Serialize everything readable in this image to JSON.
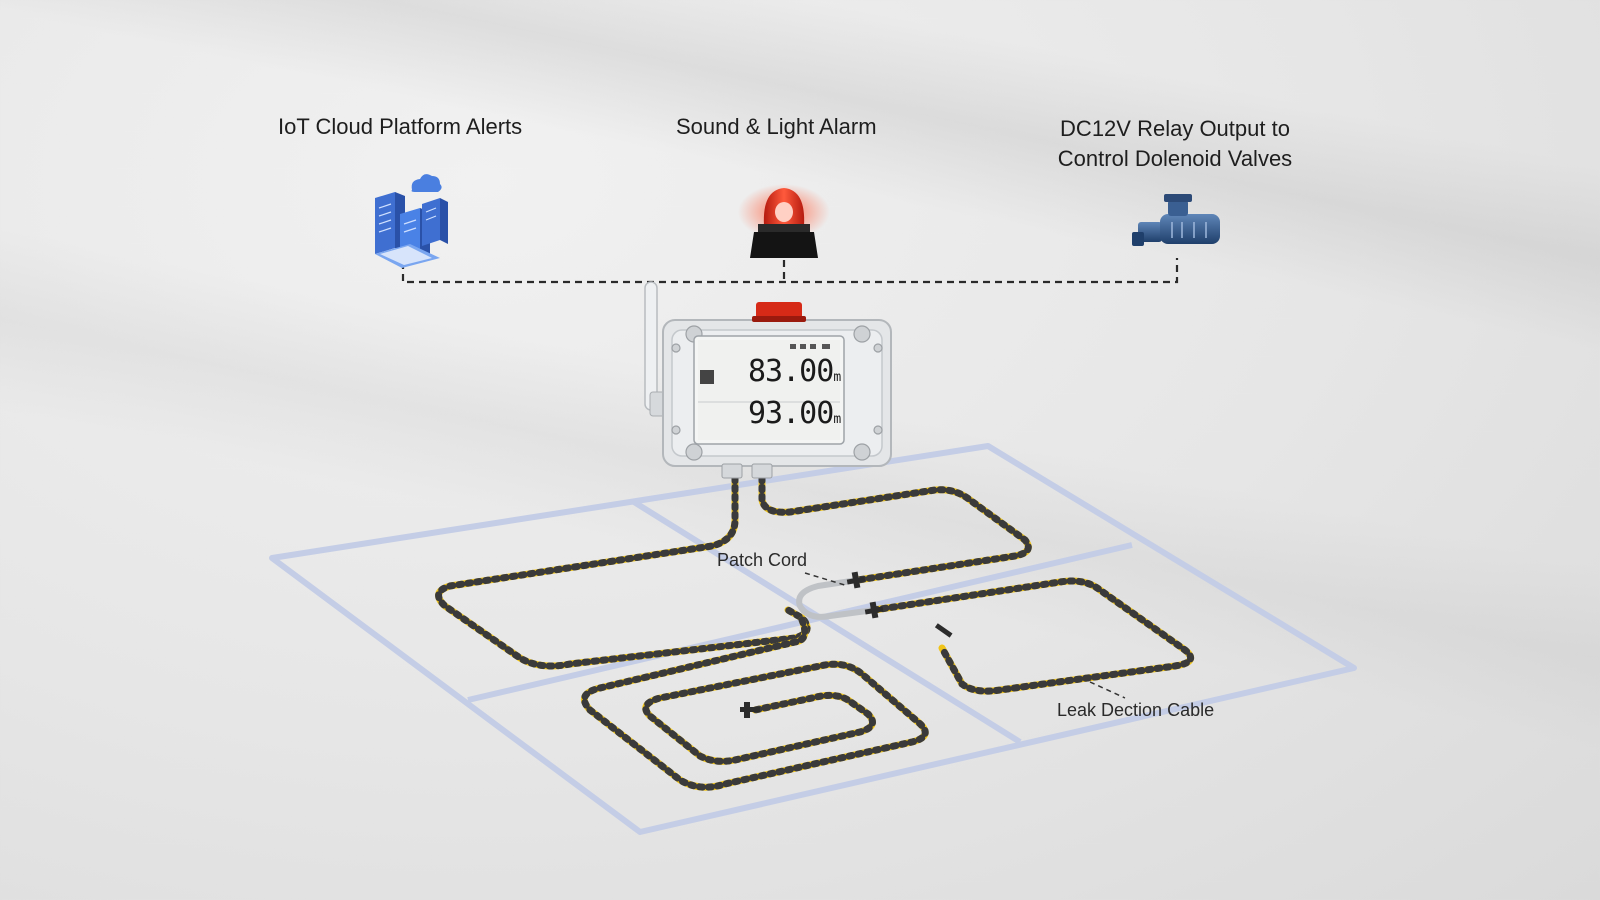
{
  "labels": {
    "cloud": "IoT Cloud Platform Alerts",
    "alarm": "Sound & Light Alarm",
    "relay_line1": "DC12V Relay Output to",
    "relay_line2": "Control Dolenoid Valves",
    "patch_cord": "Patch Cord",
    "leak_cable": "Leak Dection Cable"
  },
  "display": {
    "reading1": "83.00",
    "reading2": "93.00",
    "unit1": "m",
    "unit2": "m"
  },
  "colors": {
    "cable": "#f0c419",
    "cable_stripe": "#3a3a3a",
    "floor_grid": "#c4cde6",
    "alarm_red": "#e8321e",
    "device_body": "#e4e6e8"
  },
  "icons": [
    "cloud-server-icon",
    "alarm-beacon-icon",
    "solenoid-valve-icon",
    "antenna-icon"
  ]
}
